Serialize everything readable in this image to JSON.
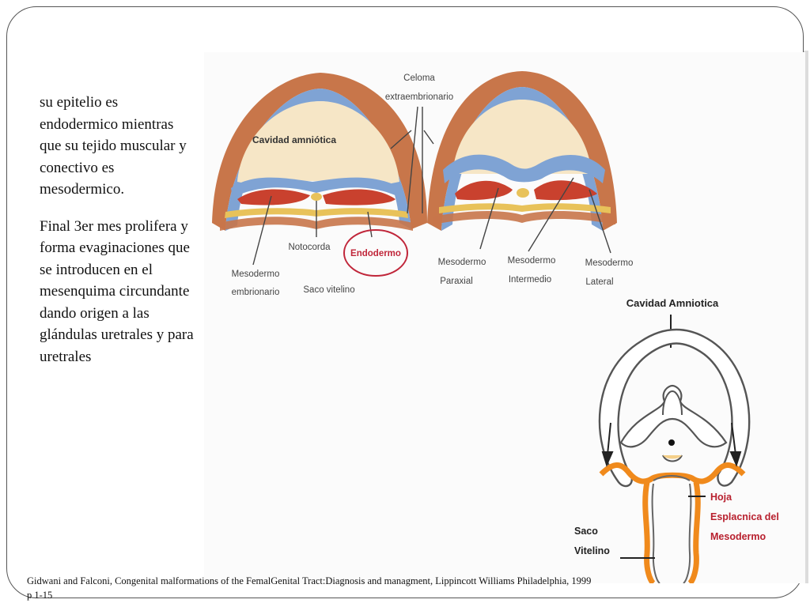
{
  "paragraphs": [
    "su epitelio es endodermico mientras que su tejido muscular y conectivo es mesodermico.",
    "Final 3er mes prolifera y forma evaginaciones que se introducen en el mesenquima circundante dando origen a las glándulas uretrales y para uretrales"
  ],
  "top_diagram": {
    "celoma_line1": "Celoma",
    "celoma_line2": "extraembrionario",
    "cavidad": "Cavidad amniótica",
    "notocorda": "Notocorda",
    "endodermo": "Endodermo",
    "meso_emb_1": "Mesodermo",
    "meso_emb_2": "embrionario",
    "saco": "Saco vitelino",
    "paraxial_1": "Mesodermo",
    "paraxial_2": "Paraxial",
    "intermedio_1": "Mesodermo",
    "intermedio_2": "Intermedio",
    "lateral_1": "Mesodermo",
    "lateral_2": "Lateral"
  },
  "bottom_diagram": {
    "cavidad": "Cavidad Amniotica",
    "hoja_1": "Hoja",
    "hoja_2": "Esplacnica del",
    "hoja_3": "Mesodermo",
    "saco_1": "Saco",
    "saco_2": "Vitelino"
  },
  "caption": "Gidwani and Falconi, Congenital malformations of the FemalGenital Tract:Diagnosis and managment, Lippincott Williams Philadelphia, 1999 p 1-15",
  "colors": {
    "ectoderm_blue": "#7fa3d4",
    "mesoderm_red": "#c9412e",
    "endoderm_yellow": "#e8c25a",
    "amnion_cream": "#f6e6c6",
    "outer_brown": "#c8764a",
    "orange_layer": "#f08a1c",
    "highlight_circle": "#c0263a",
    "hoja_label": "#b8202e"
  }
}
